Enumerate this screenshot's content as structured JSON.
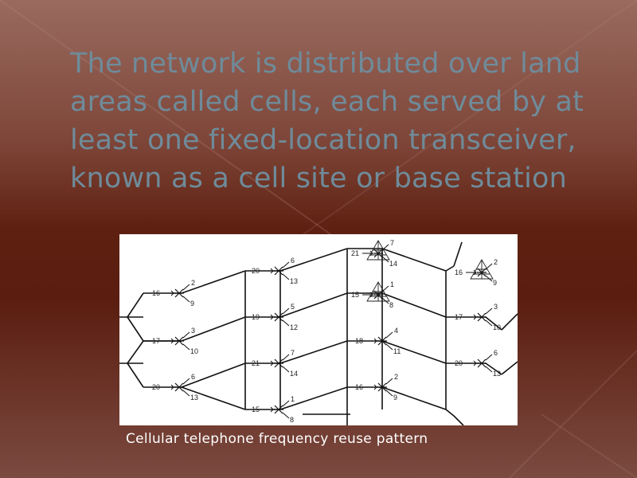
{
  "slide": {
    "body_text": "The network is distributed over land areas called cells, each served by at least one fixed-location transceiver, known as a cell site or base station",
    "caption": "Cellular telephone frequency reuse pattern",
    "colors": {
      "text": "#6f8b9a",
      "caption": "#ffffff",
      "background_top": "#9a6a5f",
      "background_mid": "#5a1d10",
      "figure_background": "#ffffff"
    }
  },
  "figure": {
    "sites": [
      {
        "left": "16",
        "right_top": "2",
        "right_bottom": "9",
        "tower": false
      },
      {
        "left": "17",
        "right_top": "3",
        "right_bottom": "10",
        "tower": false
      },
      {
        "left": "20",
        "right_top": "6",
        "right_bottom": "13",
        "tower": false
      },
      {
        "left": "20",
        "right_top": "6",
        "right_bottom": "13",
        "tower": false
      },
      {
        "left": "19",
        "right_top": "5",
        "right_bottom": "12",
        "tower": false
      },
      {
        "left": "21",
        "right_top": "7",
        "right_bottom": "14",
        "tower": false
      },
      {
        "left": "15",
        "right_top": "1",
        "right_bottom": "8",
        "tower": false
      },
      {
        "left": "21",
        "right_top": "7",
        "right_bottom": "14",
        "tower": true
      },
      {
        "left": "15",
        "right_top": "1",
        "right_bottom": "8",
        "tower": true
      },
      {
        "left": "18",
        "right_top": "4",
        "right_bottom": "11",
        "tower": false
      },
      {
        "left": "16",
        "right_top": "2",
        "right_bottom": "9",
        "tower": false
      },
      {
        "left": "16",
        "right_top": "2",
        "right_bottom": "9",
        "tower": true
      },
      {
        "left": "17",
        "right_top": "3",
        "right_bottom": "10",
        "tower": false
      },
      {
        "left": "20",
        "right_top": "6",
        "right_bottom": "13",
        "tower": false
      }
    ]
  }
}
